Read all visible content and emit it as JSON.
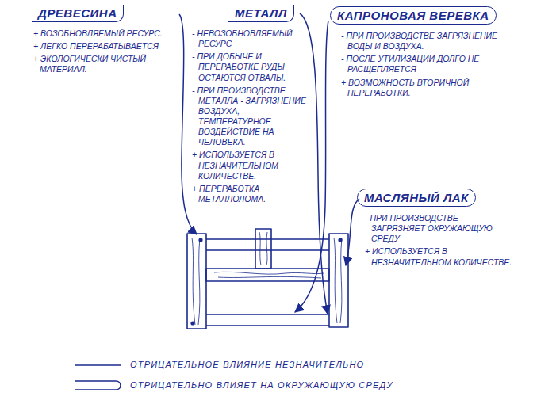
{
  "diagram": {
    "nodes": [
      {
        "text": [
          "ДРЕВЕСИНА",
          "+ ВОЗОБНОВЛЯЕМЫЙ РЕСУРС.",
          "+ ЛЕГКО ПЕРЕРАБАТЫВАЕТСЯ",
          "+ ЭКОЛОГИЧЕСКИ ЧИСТЫЙ МАТЕРИАЛ."
        ]
      },
      {
        "text": [
          "МЕТАЛЛ",
          "- НЕВОЗОБНОВЛЯЕМЫЙ РЕСУРС",
          "- ПРИ ДОБЫЧЕ И ПЕРЕРАБОТКЕ РУДЫ ОСТАЮТСЯ ОТВАЛЫ.",
          "- ПРИ ПРОИЗВОДСТВЕ МЕТАЛЛА - ЗАГРЯЗНЕНИЕ ВОЗДУХА, ТЕМПЕРАТУРНОЕ ВОЗДЕЙСТВИЕ НА ЧЕЛОВЕКА.",
          "+ ИСПОЛЬЗУЕТСЯ В НЕЗНАЧИТЕЛЬНОМ КОЛИЧЕСТВЕ.",
          "+ ПЕРЕРАБОТКА МЕТАЛЛОЛОМА."
        ]
      },
      {
        "text": [
          "КАПРОНОВАЯ ВЕРЕВКА",
          "- ПРИ ПРОИЗВОДСТВЕ ЗАГРЯЗНЕНИЕ ВОДЫ И ВОЗДУХА.",
          "- ПОСЛЕ УТИЛИЗАЦИИ ДОЛГО НЕ РАСЩЕПЛЯЕТСЯ",
          "+ ВОЗМОЖНОСТЬ ВТОРИЧНОЙ ПЕРЕРАБОТКИ."
        ]
      },
      {
        "text": [
          "МАСЛЯНЫЙ ЛАК",
          "- ПРИ ПРОИЗВОДСТВЕ ЗАГРЯЗНЯЕТ ОКРУЖАЮЩУЮ СРЕДУ",
          "+ ИСПОЛЬЗУЕТСЯ В НЕЗНАЧИТЕЛЬНОМ КОЛИЧЕСТВЕ."
        ]
      }
    ],
    "legend": [
      {
        "text": "ОТРИЦАТЕЛЬНОЕ ВЛИЯНИЕ НЕЗНАЧИТЕЛЬНО"
      },
      {
        "text": "ОТРИЦАТЕЛЬНО ВЛИЯЕТ НА ОКРУЖАЮЩУЮ СРЕДУ"
      }
    ]
  }
}
